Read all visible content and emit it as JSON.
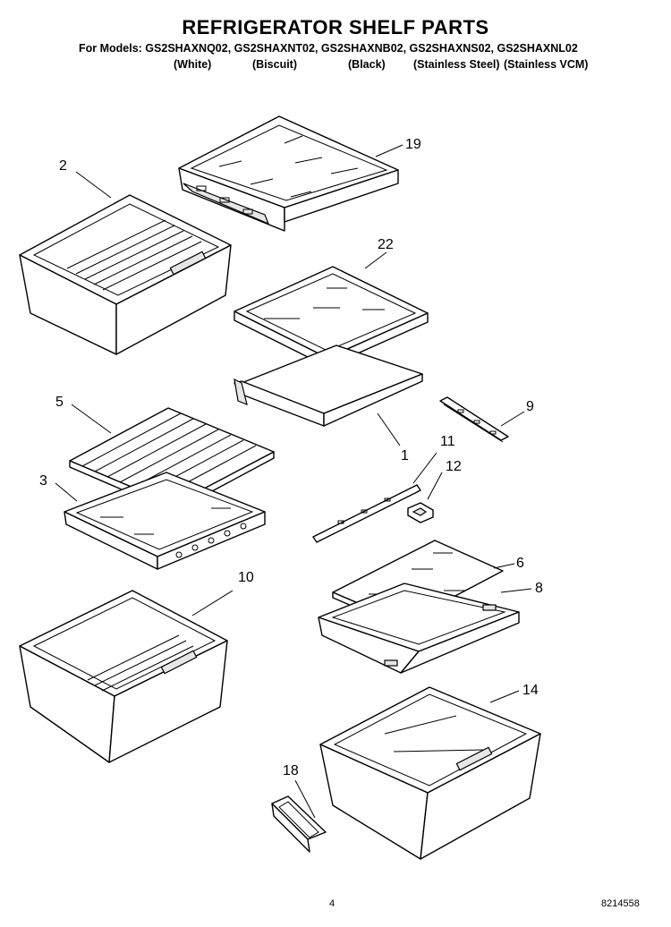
{
  "header": {
    "title": "REFRIGERATOR SHELF PARTS",
    "models": "For Models: GS2SHAXNQ02, GS2SHAXNT02, GS2SHAXNB02, GS2SHAXNS02, GS2SHAXNL02",
    "variants": [
      "(White)",
      "(Biscuit)",
      "(Black)",
      "(Stainless Steel)",
      "(Stainless VCM)"
    ]
  },
  "callouts": {
    "p19": "19",
    "p2": "2",
    "p22": "22",
    "p9": "9",
    "p1": "1",
    "p5": "5",
    "p11": "11",
    "p3": "3",
    "p12": "12",
    "p10": "10",
    "p6": "6",
    "p8": "8",
    "p14": "14",
    "p18": "18"
  },
  "footer": {
    "page": "4",
    "doc": "8214558"
  }
}
